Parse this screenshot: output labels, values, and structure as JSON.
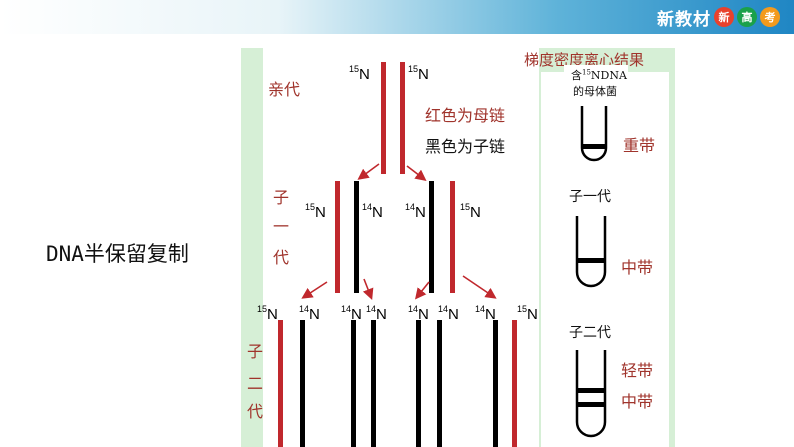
{
  "header": {
    "brand_text": "新教材",
    "badges": [
      "新",
      "高",
      "考"
    ],
    "colors": {
      "badge1": "#e8412c",
      "badge2": "#1aa14a",
      "badge3": "#f39a1d"
    }
  },
  "slide": {
    "title": "DNA半保留复制"
  },
  "diagram": {
    "right_title": "梯度密度离心结果",
    "parent_label": "亲代",
    "gen1_label": [
      "子",
      "一",
      "代"
    ],
    "gen2_label": [
      "子",
      "二",
      "代"
    ],
    "legend_red": "红色为母链",
    "legend_black": "黑色为子链",
    "n15": "N",
    "n14": "N",
    "sup15": "15",
    "sup14": "14",
    "tube1_caption_line1": "含",
    "tube1_caption_sup": "15",
    "tube1_caption_rest": "NDNA",
    "tube1_caption_line2": "的母体菌",
    "tube1_band": "重带",
    "tube2_caption": "子一代",
    "tube2_band": "中带",
    "tube3_caption": "子二代",
    "tube3_band_light": "轻带",
    "tube3_band_mid": "中带",
    "colors": {
      "parent_strand": "#c0282d",
      "daughter_strand": "#000000",
      "panel_bg": "#d6efd6"
    }
  }
}
